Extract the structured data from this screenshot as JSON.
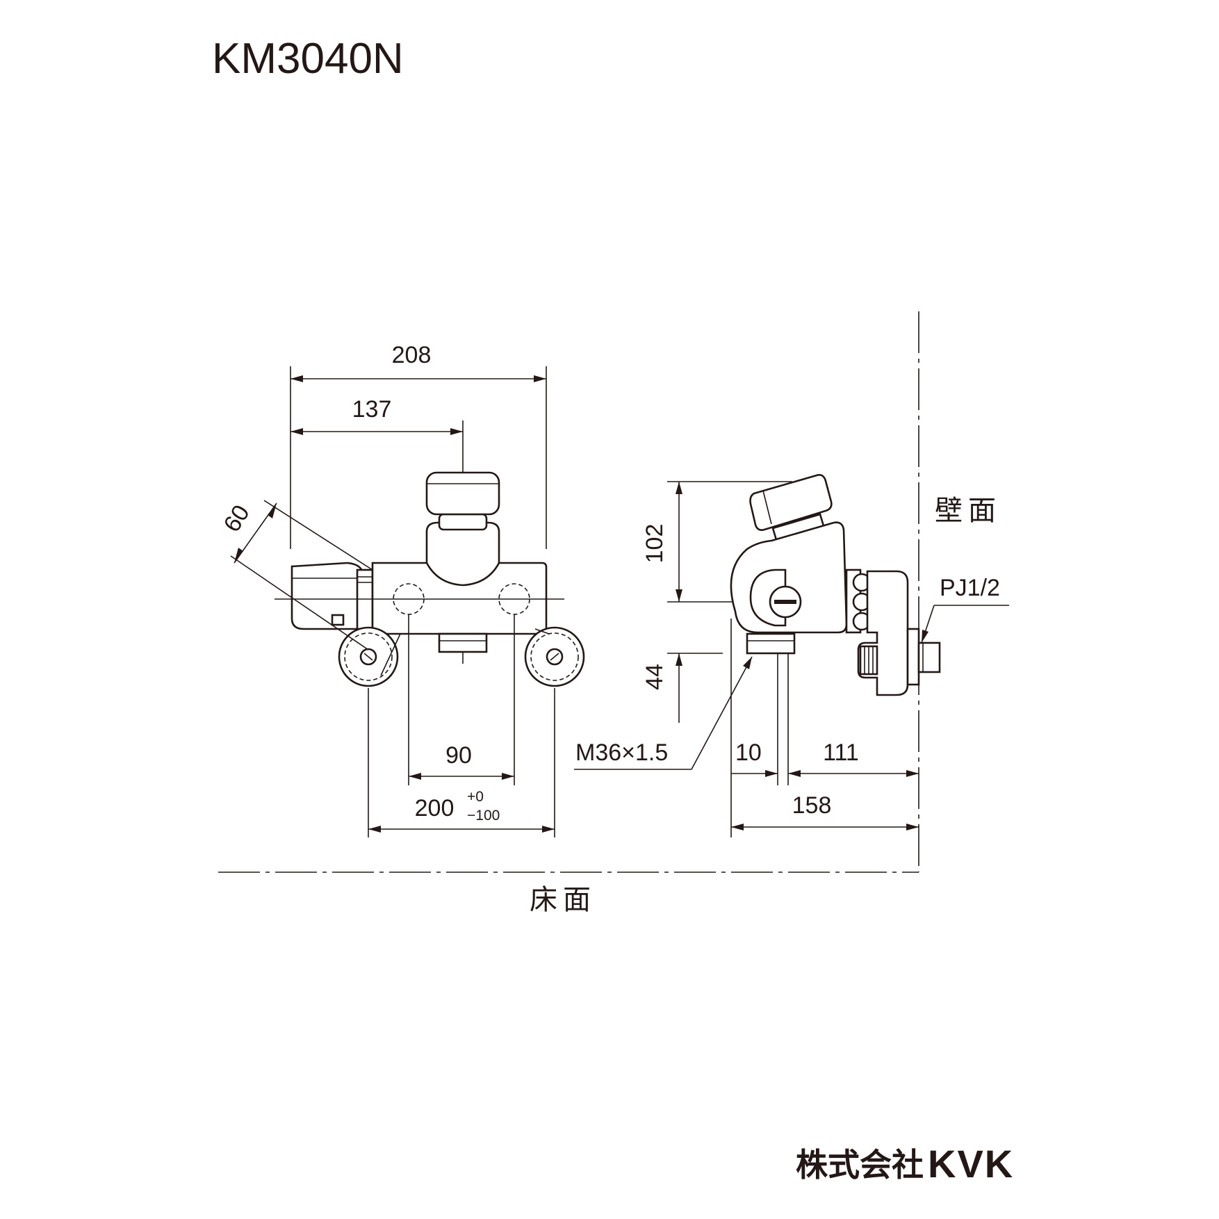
{
  "title": "KM3040N",
  "brand": {
    "company": "株式会社",
    "logo": "KVK"
  },
  "labels": {
    "wall": "壁面",
    "floor": "床面",
    "pipe_thread": "PJ1/2",
    "outlet_thread": "M36×1.5"
  },
  "front_view": {
    "overall_width": "208",
    "center_offset": "137",
    "handle_diameter": "60",
    "inlet_spacing": "90",
    "mount_pitch": "200",
    "mount_pitch_tol_plus": "+0",
    "mount_pitch_tol_minus": "−100"
  },
  "side_view": {
    "height_above_center": "102",
    "height_below_center": "44",
    "offset_small": "10",
    "distance_to_wall": "111",
    "total_depth": "158"
  }
}
